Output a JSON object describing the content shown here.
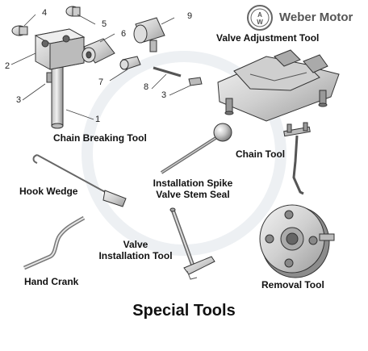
{
  "brand": {
    "name": "Weber Motor"
  },
  "title": "Special Tools",
  "tools": {
    "valve_adjustment": "Valve Adjustment Tool",
    "chain_breaking": "Chain Breaking Tool",
    "chain": "Chain Tool",
    "hook_wedge": "Hook Wedge",
    "installation_spike_l1": "Installation Spike",
    "installation_spike_l2": "Valve Stem Seal",
    "valve_installation_l1": "Valve",
    "valve_installation_l2": "Installation Tool",
    "hand_crank": "Hand Crank",
    "removal": "Removal Tool"
  },
  "callouts": [
    "1",
    "2",
    "3",
    "3",
    "4",
    "5",
    "6",
    "7",
    "8",
    "9"
  ],
  "colors": {
    "stroke": "#333333",
    "part_fill": "#d8d8d8",
    "part_light": "#eeeeee",
    "part_dark": "#9a9a9a",
    "text": "#111111"
  }
}
